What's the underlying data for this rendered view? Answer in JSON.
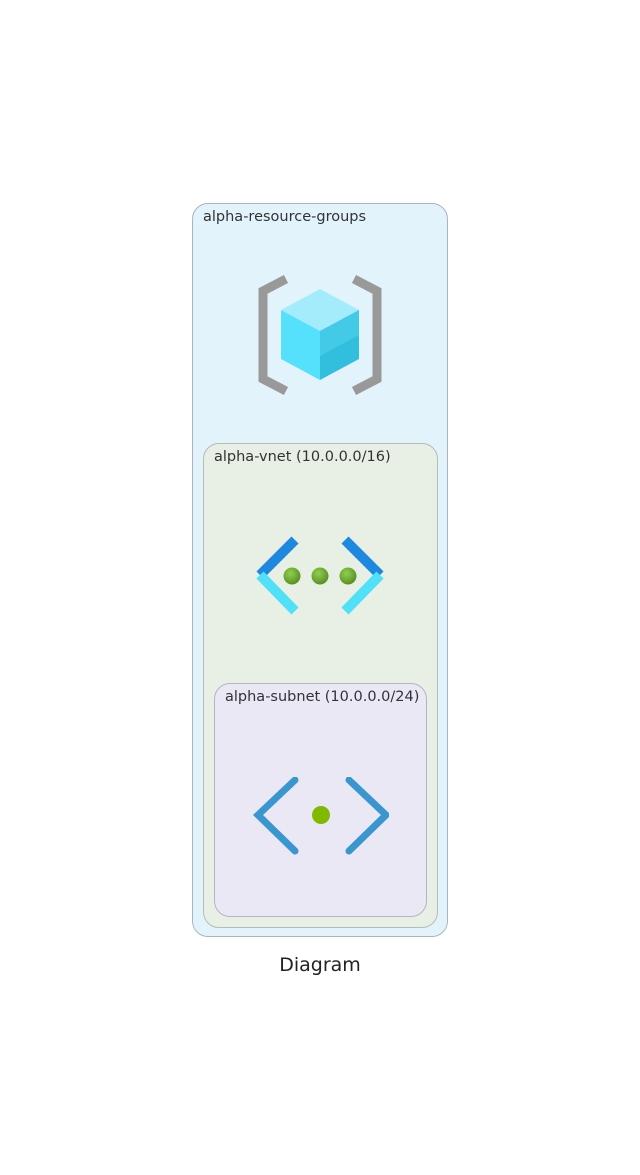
{
  "diagram": {
    "title": "Diagram",
    "resource_group": {
      "label": "alpha-resource-groups",
      "icon": "resource-group-icon",
      "background": "#e2f3fc"
    },
    "vnet": {
      "label": "alpha-vnet (10.0.0.0/16)",
      "icon": "virtual-network-icon",
      "background": "#e8f0e6"
    },
    "subnet": {
      "label": "alpha-subnet (10.0.0.0/24)",
      "icon": "subnet-icon",
      "background": "#ebe8f5"
    }
  }
}
